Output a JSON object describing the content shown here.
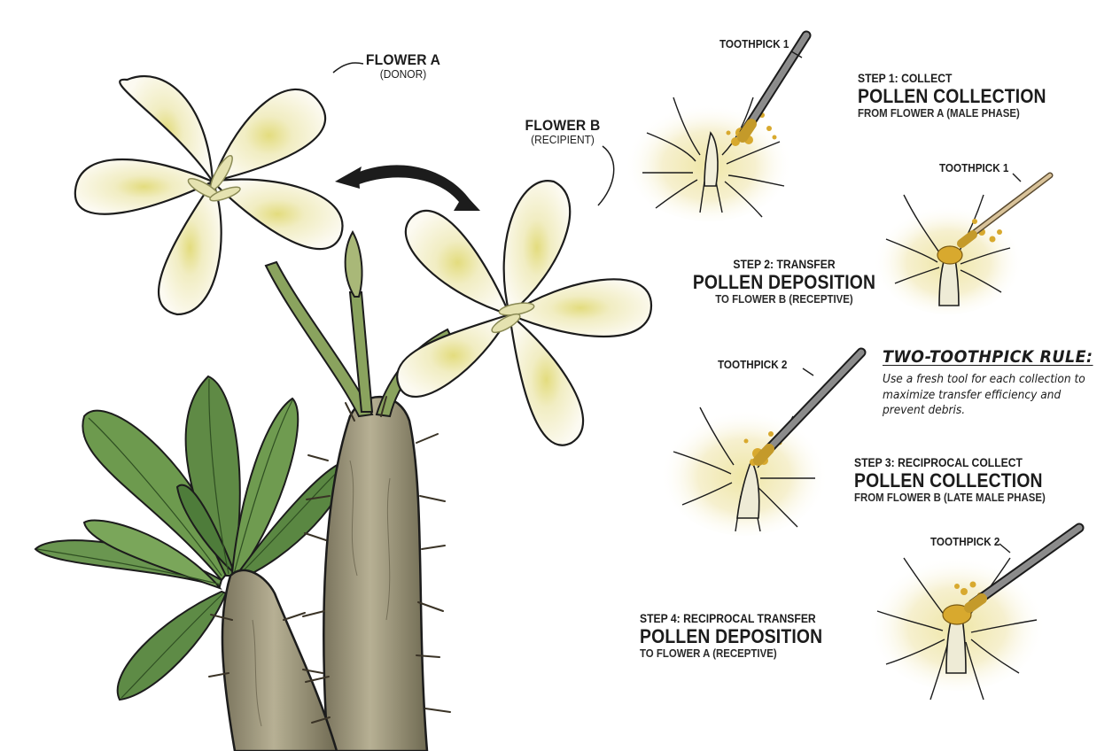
{
  "flowers": {
    "a": {
      "name": "FLOWER A",
      "role": "(DONOR)"
    },
    "b": {
      "name": "FLOWER B",
      "role": "(RECIPIENT)"
    }
  },
  "tools": {
    "step1": "TOOTHPICK 1",
    "step2": "TOOTHPICK 1",
    "step3": "TOOTHPICK 2",
    "step4": "TOOTHPICK 2"
  },
  "steps": [
    {
      "label": "STEP 1: COLLECT",
      "title": "POLLEN COLLECTION",
      "detail": "FROM FLOWER A (MALE PHASE)"
    },
    {
      "label": "STEP 2: TRANSFER",
      "title": "POLLEN DEPOSITION",
      "detail": "TO FLOWER B (RECEPTIVE)"
    },
    {
      "label": "STEP 3: RECIPROCAL COLLECT",
      "title": "POLLEN COLLECTION",
      "detail": "FROM FLOWER B (LATE MALE PHASE)"
    },
    {
      "label": "STEP 4: RECIPROCAL TRANSFER",
      "title": "POLLEN DEPOSITION",
      "detail": "TO FLOWER A (RECEPTIVE)"
    }
  ],
  "rule": {
    "title": "TWO-TOOTHPICK RULE:",
    "body": "Use a fresh tool for each collection to maximize transfer efficiency and prevent debris."
  },
  "colors": {
    "petal": "#fbf8ee",
    "petal_center": "#e9e39a",
    "leaf": "#5f8a45",
    "leaf_dark": "#3f6a2e",
    "stem": "#9a9378",
    "pollen": "#d8a92e",
    "ink": "#1c1c1c"
  }
}
